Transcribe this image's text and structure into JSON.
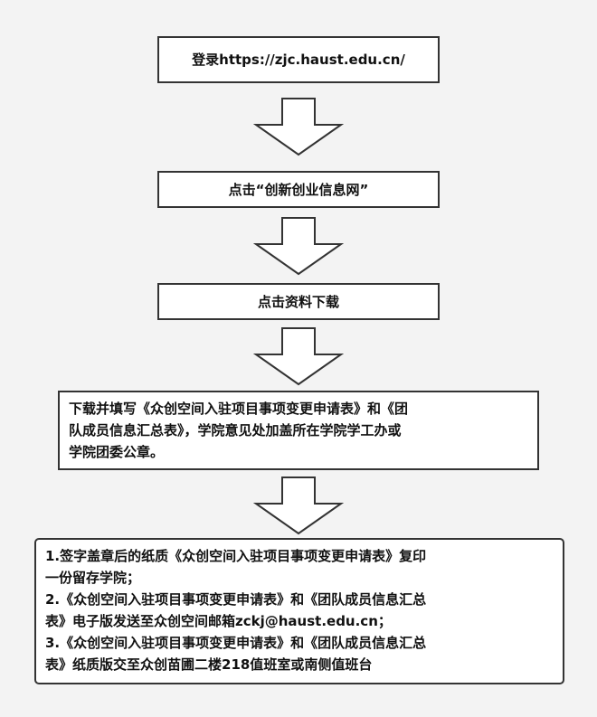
{
  "flowchart": {
    "steps": [
      {
        "text": "登录https://zjc.haust.edu.cn/"
      },
      {
        "text": "点击“创新创业信息网”"
      },
      {
        "text": "点击资料下载"
      },
      {
        "lines": [
          "下载并填写《众创空间入驻项目事项变更申请表》和《团",
          "队成员信息汇总表》，学院意见处加盖所在学院学工办或",
          "学院团委公章。"
        ]
      },
      {
        "lines": [
          "1.签字盖章后的纸质《众创空间入驻项目事项变更申请表》复印",
          "一份留存学院；",
          "2.《众创空间入驻项目事项变更申请表》和《团队成员信息汇总",
          "表》电子版发送至众创空间邮箱zckj@haust.edu.cn；",
          "3.《众创空间入驻项目事项变更申请表》和《团队成员信息汇总",
          "表》纸质版交至众创苗圃二楼218值班室或南侧值班台"
        ]
      }
    ]
  }
}
